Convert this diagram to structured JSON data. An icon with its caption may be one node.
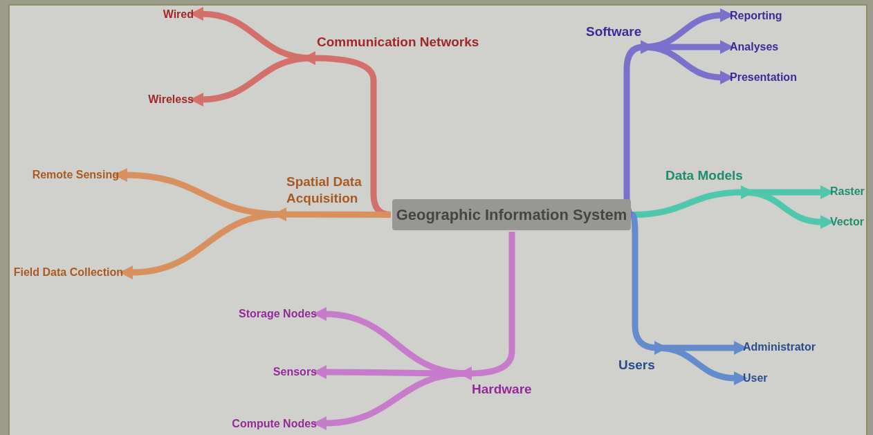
{
  "diagram": {
    "nodes": [
      {
        "text": [
          "Geographic Information System"
        ]
      },
      {
        "text": [
          "Communication Networks"
        ]
      },
      {
        "text": [
          "Wired"
        ]
      },
      {
        "text": [
          "Wireless"
        ]
      },
      {
        "text": [
          "Spatial Data Acquisition"
        ]
      },
      {
        "text": [
          "Remote Sensing"
        ]
      },
      {
        "text": [
          "Field Data Collection"
        ]
      },
      {
        "text": [
          "Hardware"
        ]
      },
      {
        "text": [
          "Storage Nodes"
        ]
      },
      {
        "text": [
          "Sensors"
        ]
      },
      {
        "text": [
          "Compute Nodes"
        ]
      },
      {
        "text": [
          "Software"
        ]
      },
      {
        "text": [
          "Reporting"
        ]
      },
      {
        "text": [
          "Analyses"
        ]
      },
      {
        "text": [
          "Presentation"
        ]
      },
      {
        "text": [
          "Data Models"
        ]
      },
      {
        "text": [
          "Raster"
        ]
      },
      {
        "text": [
          "Vector"
        ]
      },
      {
        "text": [
          "Users"
        ]
      },
      {
        "text": [
          "Administrator"
        ]
      },
      {
        "text": [
          "User"
        ]
      }
    ],
    "edges": [
      {
        "from": 0,
        "to": 1,
        "arrow": "to",
        "color": "#d4706c"
      },
      {
        "from": 1,
        "to": 2,
        "arrow": "to",
        "color": "#d4706c"
      },
      {
        "from": 1,
        "to": 3,
        "arrow": "to",
        "color": "#d4706c"
      },
      {
        "from": 0,
        "to": 4,
        "arrow": "to",
        "color": "#d8915e"
      },
      {
        "from": 4,
        "to": 5,
        "arrow": "to",
        "color": "#d8915e"
      },
      {
        "from": 4,
        "to": 6,
        "arrow": "to",
        "color": "#d8915e"
      },
      {
        "from": 0,
        "to": 7,
        "arrow": "to",
        "color": "#c67ccb"
      },
      {
        "from": 7,
        "to": 8,
        "arrow": "to",
        "color": "#c67ccb"
      },
      {
        "from": 7,
        "to": 9,
        "arrow": "to",
        "color": "#c67ccb"
      },
      {
        "from": 7,
        "to": 10,
        "arrow": "to",
        "color": "#c67ccb"
      },
      {
        "from": 0,
        "to": 11,
        "arrow": "to",
        "color": "#7b70cb"
      },
      {
        "from": 11,
        "to": 12,
        "arrow": "to",
        "color": "#7b70cb"
      },
      {
        "from": 11,
        "to": 13,
        "arrow": "to",
        "color": "#7b70cb"
      },
      {
        "from": 11,
        "to": 14,
        "arrow": "to",
        "color": "#7b70cb"
      },
      {
        "from": 0,
        "to": 15,
        "arrow": "to",
        "color": "#4fc7ad"
      },
      {
        "from": 15,
        "to": 16,
        "arrow": "to",
        "color": "#4fc7ad"
      },
      {
        "from": 15,
        "to": 17,
        "arrow": "to",
        "color": "#4fc7ad"
      },
      {
        "from": 0,
        "to": 18,
        "arrow": "to",
        "color": "#648bcb"
      },
      {
        "from": 18,
        "to": 19,
        "arrow": "to",
        "color": "#648bcb"
      },
      {
        "from": 18,
        "to": 20,
        "arrow": "to",
        "color": "#648bcb"
      }
    ]
  }
}
